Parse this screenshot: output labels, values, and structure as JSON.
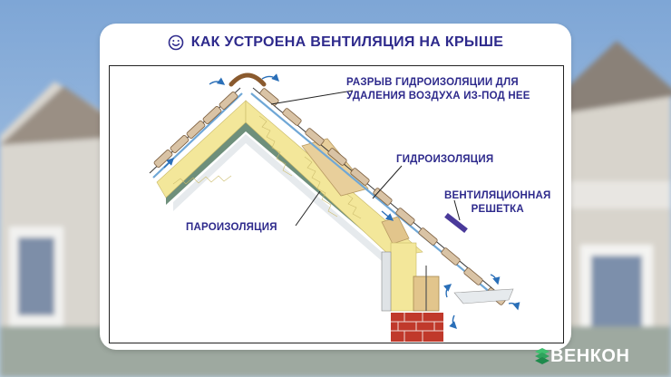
{
  "header": {
    "title": "КАК УСТРОЕНА ВЕНТИЛЯЦИЯ НА КРЫШЕ",
    "icon": "smiley-icon"
  },
  "labels": {
    "ridge_gap_line1": "РАЗРЫВ ГИДРОИЗОЛЯЦИИ ДЛЯ",
    "ridge_gap_line2": "УДАЛЕНИЯ ВОЗДУХА ИЗ-ПОД НЕЕ",
    "waterproofing": "ГИДРОИЗОЛЯЦИЯ",
    "vent_grille_line1": "ВЕНТИЛЯЦИОННАЯ",
    "vent_grille_line2": "РЕШЕТКА",
    "vapor_barrier": "ПАРОИЗОЛЯЦИЯ"
  },
  "brand": {
    "name": "ВЕНКОН",
    "logo_icon": "venkon-logo-icon"
  },
  "colors": {
    "title": "#2e2a8c",
    "insulation": "#f3e79a",
    "wall": "#c0392b",
    "sky": "#8fb3d9"
  }
}
